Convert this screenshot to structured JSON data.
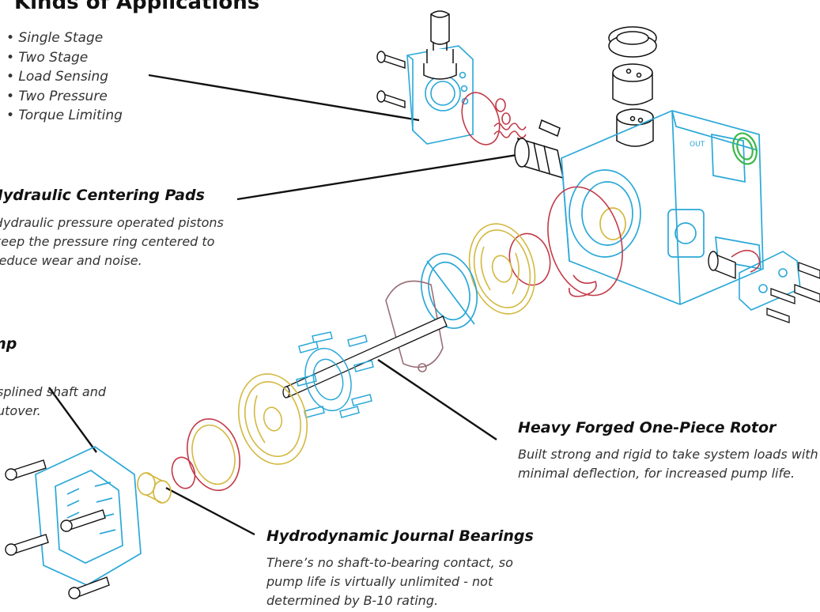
{
  "title": "Kinds of Applications",
  "applications": [
    "• Single Stage",
    "• Two Stage",
    "• Load Sensing",
    "• Two Pressure",
    "• Torque Limiting"
  ],
  "callouts": {
    "centering": {
      "heading": "Hydraulic Centering Pads",
      "lines": [
        "Hydraulic pressure  operated pistons",
        "keep the pressure ring centered to",
        "reduce wear and noise."
      ]
    },
    "left_partial": {
      "heading": "mp",
      "lines": [
        "splined shaft and",
        "utover."
      ]
    },
    "rotor": {
      "heading": "Heavy Forged One-Piece Rotor",
      "lines": [
        "Built strong and rigid to take system loads with",
        "minimal deflection, for increased pump life."
      ]
    },
    "bearings": {
      "heading": "Hydrodynamic Journal Bearings",
      "lines": [
        "There’s no shaft-to-bearing contact, so",
        "pump life is virtually unlimited - not",
        "determined by B-10 rating."
      ]
    }
  },
  "colors": {
    "housing": "#2aa8d8",
    "ring": "#c23a48",
    "plate": "#d4b840",
    "green_seal": "#3cb84a",
    "pressure_ring": "#9a7078",
    "hardware": "#111111"
  }
}
